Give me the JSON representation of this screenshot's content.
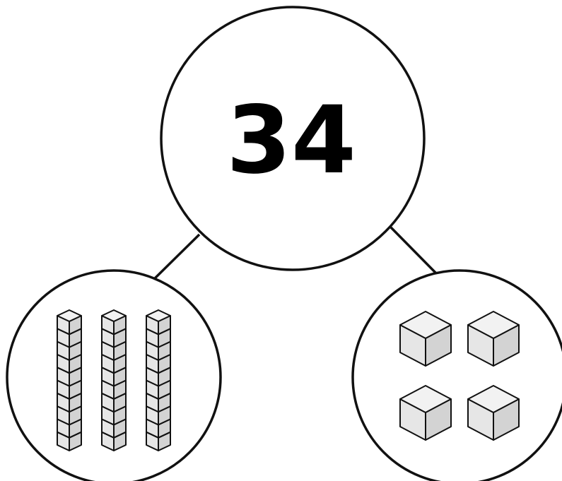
{
  "whole": {
    "number": "34"
  },
  "parts": {
    "tens": {
      "rod_count": 3,
      "cubes_per_rod": 10
    },
    "ones": {
      "cube_count": 4
    }
  },
  "colors": {
    "stroke": "#111111",
    "background": "#ffffff",
    "cube_face_light": "#f2f2f2",
    "cube_face_mid": "#e6e6e6",
    "cube_face_dark": "#d3d3d3"
  }
}
